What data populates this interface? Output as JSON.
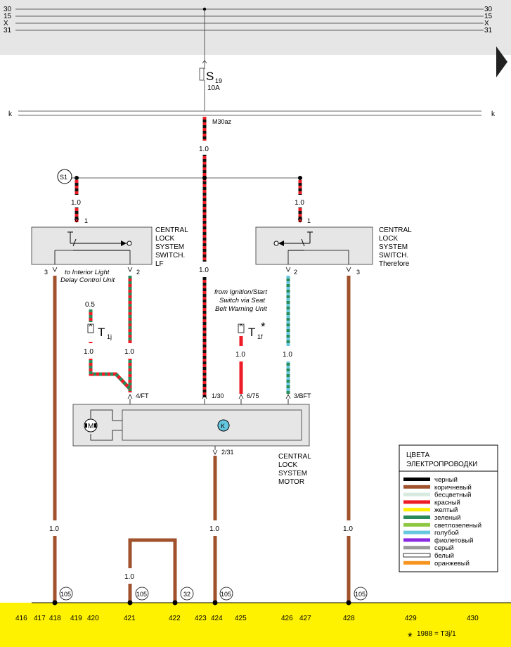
{
  "bus_rails": {
    "left": [
      "30",
      "15",
      "X",
      "31"
    ],
    "right": [
      "30",
      "15",
      "X",
      "31"
    ]
  },
  "fuse": {
    "name": "S",
    "sub": "19",
    "rating": "10A"
  },
  "k_bus": {
    "left": "k",
    "right": "k"
  },
  "connections": {
    "m30az": "M30az",
    "s1": "S1"
  },
  "wire_sizes": {
    "main_upper": "1.0",
    "main_lower": "1.0",
    "left_top": "1.0",
    "right_top": "1.0",
    "t1j_upper": "0.5",
    "t1j_lower": "1.0",
    "lf2_lower": "1.0",
    "t1f_lower": "1.0",
    "rf2_lower": "1.0",
    "g418": "1.0",
    "g424": "1.0",
    "g428": "1.0",
    "g421": "1.0"
  },
  "switch_lf": {
    "label": [
      "CENTRAL",
      "LOCK",
      "SYSTEM",
      "SWITCH.",
      "LF"
    ],
    "pin1": "1",
    "pin2": "2",
    "pin3": "3"
  },
  "switch_rf": {
    "label": [
      "CENTRAL",
      "LOCK",
      "SYSTEM",
      "SWITCH.",
      "Therefore"
    ],
    "pin1": "1",
    "pin2": "2",
    "pin3": "3"
  },
  "notes": {
    "interior_light": [
      "to Interior Light",
      "Delay Control Unit"
    ],
    "ignition": [
      "from Ignition/Start",
      "Switch via Seat",
      "Belt Warning Unit"
    ]
  },
  "connectors": {
    "t1j": {
      "name": "T",
      "sub": "1j"
    },
    "t1f": {
      "name": "T",
      "sub": "1f",
      "mark": "*"
    }
  },
  "motor_pins": {
    "p4": "4/FT",
    "p1": "1/30",
    "p6": "6/75",
    "p3": "3/BFT",
    "p2": "2/31"
  },
  "motor": {
    "label": [
      "CENTRAL",
      "LOCK",
      "SYSTEM",
      "MOTOR"
    ],
    "m_symbol": "M",
    "k_symbol": "K"
  },
  "grounds": {
    "g1": "105",
    "g2": "105",
    "g3": "32",
    "g4": "105",
    "g5": "105"
  },
  "legend": {
    "title": [
      "ЦВЕТА",
      "ЭЛЕКТРОПРОВОДКИ"
    ],
    "items": [
      {
        "label": "черный",
        "color": "#000000"
      },
      {
        "label": "коричневый",
        "color": "#a0522d"
      },
      {
        "label": "бесцветный",
        "color": "#d8eadf"
      },
      {
        "label": "красный",
        "color": "#ee1c25"
      },
      {
        "label": "желтый",
        "color": "#ffee00"
      },
      {
        "label": "зеленый",
        "color": "#2b8a5a"
      },
      {
        "label": "светлозеленый",
        "color": "#8dc63f"
      },
      {
        "label": "голубой",
        "color": "#66c8e0"
      },
      {
        "label": "фиолетовый",
        "color": "#8a2be2"
      },
      {
        "label": "серый",
        "color": "#9a9a9a"
      },
      {
        "label": "белый",
        "color": "#ffffff"
      },
      {
        "label": "оранжевый",
        "color": "#f7941d"
      }
    ]
  },
  "footer": {
    "numbers": [
      "416",
      "417",
      "418",
      "419",
      "420",
      "421",
      "422",
      "423",
      "424",
      "425",
      "426",
      "427",
      "428",
      "429",
      "430"
    ],
    "note": "1988 = T3j/1",
    "note_mark": "*"
  },
  "colors": {
    "top_band": "#e6e6e6",
    "footer_band": "#fff200",
    "brown": "#a0522d",
    "red": "#ee1c25",
    "green": "#2b8a5a",
    "cyan": "#46a9b8",
    "black": "#111111"
  }
}
